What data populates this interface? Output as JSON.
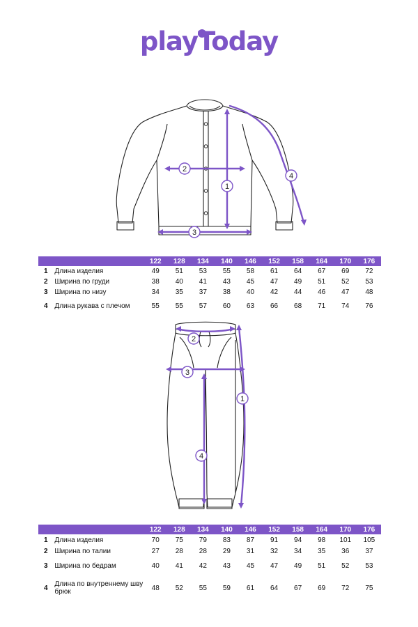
{
  "brand": {
    "logo_text": "playToday",
    "accent_color": "#7d55c7"
  },
  "sizes": [
    "122",
    "128",
    "134",
    "140",
    "146",
    "152",
    "158",
    "164",
    "170",
    "176"
  ],
  "jacket": {
    "callouts": [
      "1",
      "2",
      "3",
      "4"
    ],
    "rows": [
      {
        "num": "1",
        "label": "Длина изделия",
        "values": [
          "49",
          "51",
          "53",
          "55",
          "58",
          "61",
          "64",
          "67",
          "69",
          "72"
        ]
      },
      {
        "num": "2",
        "label": "Ширина по груди",
        "values": [
          "38",
          "40",
          "41",
          "43",
          "45",
          "47",
          "49",
          "51",
          "52",
          "53"
        ]
      },
      {
        "num": "3",
        "label": "Ширина по низу",
        "values": [
          "34",
          "35",
          "37",
          "38",
          "40",
          "42",
          "44",
          "46",
          "47",
          "48"
        ]
      },
      {
        "num": "4",
        "label": "Длина рукава с плечом",
        "values": [
          "55",
          "55",
          "57",
          "60",
          "63",
          "66",
          "68",
          "71",
          "74",
          "76"
        ]
      }
    ]
  },
  "pants": {
    "callouts": [
      "1",
      "2",
      "3",
      "4"
    ],
    "rows": [
      {
        "num": "1",
        "label": "Длина изделия",
        "values": [
          "70",
          "75",
          "79",
          "83",
          "87",
          "91",
          "94",
          "98",
          "101",
          "105"
        ]
      },
      {
        "num": "2",
        "label": "Ширина по талии",
        "values": [
          "27",
          "28",
          "28",
          "29",
          "31",
          "32",
          "34",
          "35",
          "36",
          "37"
        ]
      },
      {
        "num": "3",
        "label": "Ширина по бедрам",
        "values": [
          "40",
          "41",
          "42",
          "43",
          "45",
          "47",
          "49",
          "51",
          "52",
          "53"
        ]
      },
      {
        "num": "4",
        "label": "Длина по внутреннему шву брюк",
        "values": [
          "48",
          "52",
          "55",
          "59",
          "61",
          "64",
          "67",
          "69",
          "72",
          "75"
        ]
      }
    ]
  }
}
